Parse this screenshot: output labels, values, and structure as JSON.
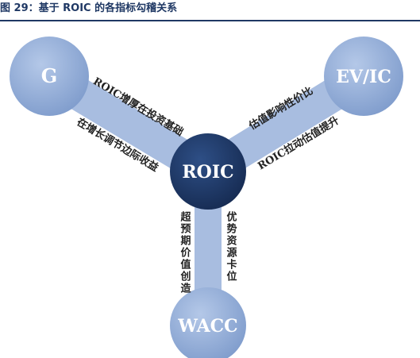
{
  "title": "图 29：基于 ROIC 的各指标勾稽关系",
  "colors": {
    "center": "#1f3864",
    "outer": "#8eaad6",
    "arm": "#a8bde0",
    "title": "#1f3864"
  },
  "nodes": {
    "center": "ROIC",
    "top_left": "G",
    "top_right": "EV/IC",
    "bottom": "WACC"
  },
  "arms": {
    "left_outer": "ROIC增厚在投资基础",
    "left_inner": "在增长调节边际收益",
    "right_outer": "估值影响性价比",
    "right_inner": "ROIC拉动估值提升",
    "bottom_left": "超预期价值创造",
    "bottom_right": "优势资源卡位"
  }
}
